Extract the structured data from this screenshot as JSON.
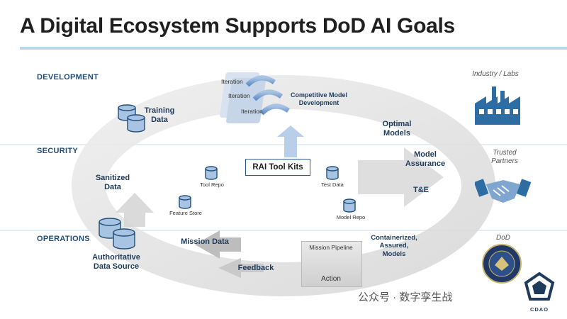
{
  "title": "A Digital Ecosystem Supports DoD AI Goals",
  "lanes": {
    "development": "DEVELOPMENT",
    "security": "SECURITY",
    "operations": "OPERATIONS"
  },
  "iterations": [
    "Iteration",
    "Iteration",
    "Iteration"
  ],
  "steps": {
    "competitive_model_development": "Competitive Model\nDevelopment",
    "optimal_models": "Optimal\nModels",
    "model_assurance": "Model\nAssurance",
    "te": "T&E",
    "containerized": "Containerized,\nAssured,\nModels",
    "mission_pipeline": "Mission Pipeline",
    "action": "Action",
    "feedback": "Feedback",
    "mission_data": "Mission Data",
    "authoritative_data_source": "Authoritative\nData Source",
    "sanitized_data": "Sanitized\nData",
    "training_data": "Training\nData"
  },
  "stores": {
    "tool_repo": "Tool Repo",
    "test_data": "Test Data",
    "feature_store": "Feature Store",
    "model_repo": "Model Repo"
  },
  "rai_tool_kits": "RAI Tool Kits",
  "sides": {
    "industry_labs": "Industry / Labs",
    "trusted_partners": "Trusted\nPartners",
    "dod": "DoD",
    "cdao": "CDAO"
  },
  "watermark": "公众号 · 数字孪生战",
  "colors": {
    "navy": "#1f4e79",
    "accent": "#2e6da4",
    "ring": "#e2e2e2"
  },
  "icons": {
    "database": "database-icon",
    "factory": "factory-icon",
    "handshake": "handshake-icon",
    "seal": "dod-seal-icon",
    "logo": "cdao-logo-icon"
  }
}
